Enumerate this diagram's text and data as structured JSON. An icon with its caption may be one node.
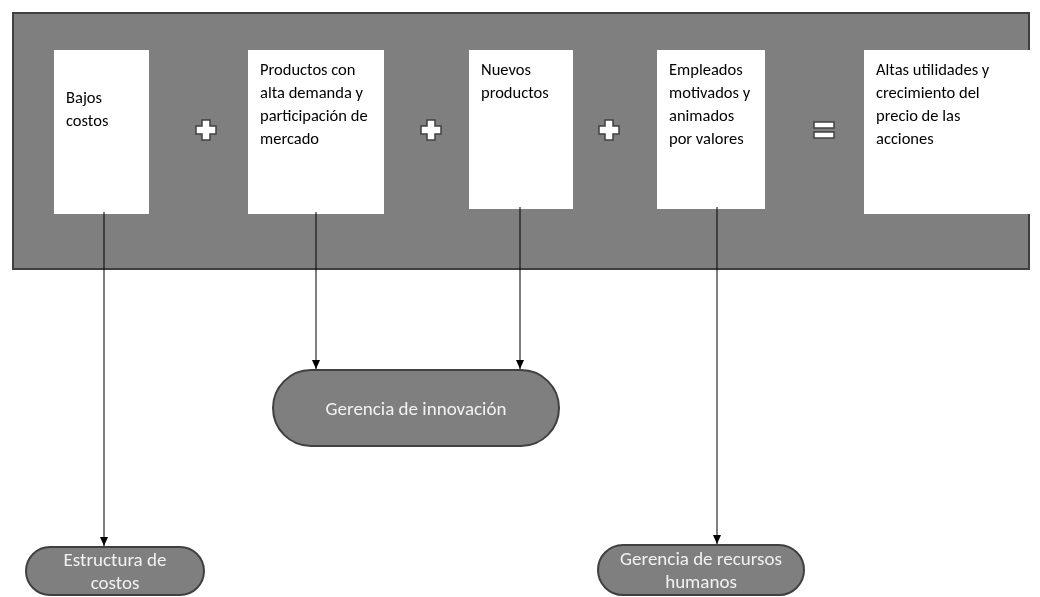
{
  "diagram": {
    "nodes": [
      {
        "text": [],
        "shape": "box"
      },
      {
        "text": [
          "Bajos costos"
        ],
        "in": 0
      },
      {
        "text": [
          "Productos con alta demanda y participación de mercado"
        ],
        "in": 0
      },
      {
        "text": [
          "Nuevos productos"
        ],
        "in": 0
      },
      {
        "text": [
          "Empleados motivados y animados por valores"
        ],
        "in": 0
      },
      {
        "text": [
          "Altas utilidades y crecimiento del precio de las acciones"
        ],
        "in": 0
      },
      {
        "text": [
          "Gerencia de innovación"
        ]
      },
      {
        "text": [
          "Estructura de costos"
        ]
      },
      {
        "text": [
          "Gerencia de recursos humanos"
        ]
      }
    ],
    "edges": [
      {
        "from": 1,
        "to": 7,
        "arrow": "to"
      },
      {
        "from": 2,
        "to": 6,
        "arrow": "to"
      },
      {
        "from": 3,
        "to": 6,
        "arrow": "to"
      },
      {
        "from": 4,
        "to": 8,
        "arrow": "to"
      }
    ]
  }
}
